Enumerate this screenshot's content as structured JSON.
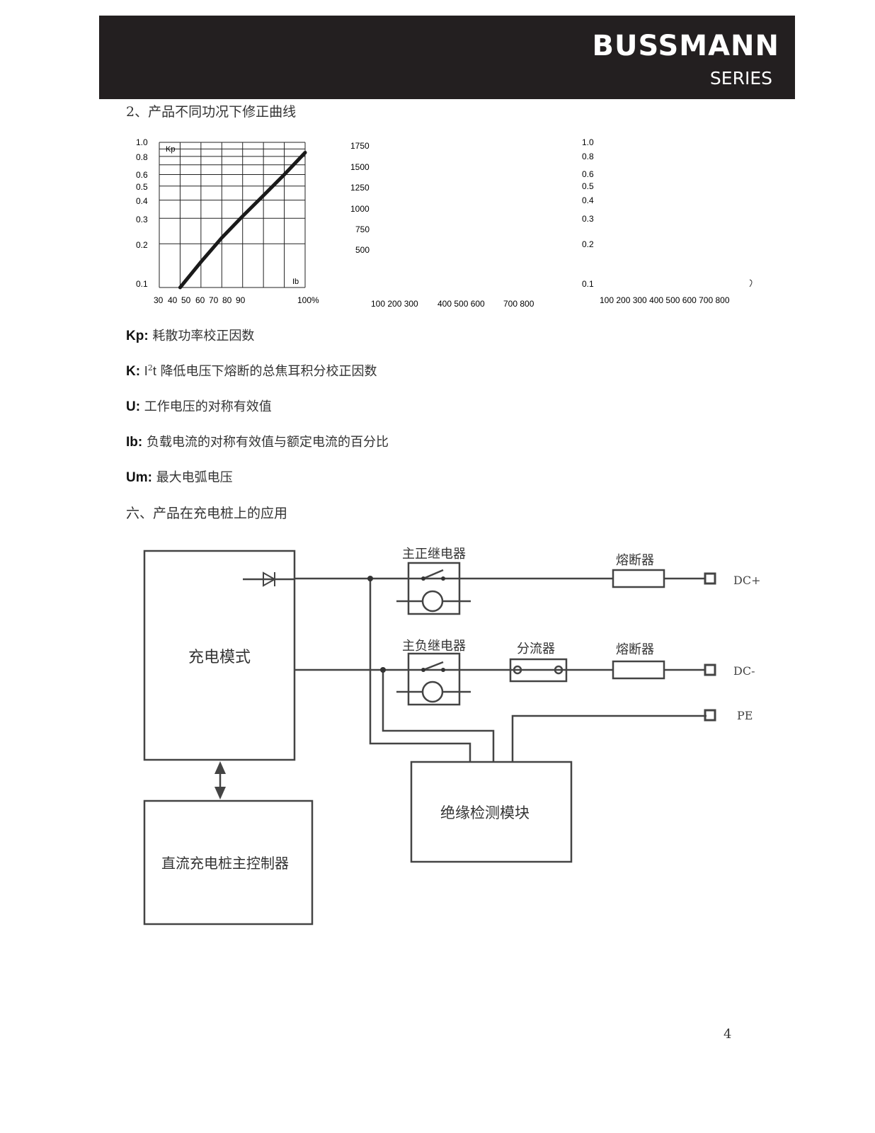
{
  "header": {
    "brand": "BUSSMANN",
    "series": "SERIES"
  },
  "section_curves_title": "2、产品不同功况下修正曲线",
  "chart_data": [
    {
      "type": "line",
      "y_ticks": [
        "1.0",
        "0.8",
        "0.6",
        "0.5",
        "0.4",
        "0.3",
        "0.2",
        "0.1"
      ],
      "x_ticks": [
        "30",
        "40",
        "50",
        "60",
        "70",
        "80",
        "90",
        "100%"
      ],
      "series_label": "Kp",
      "x_axis_label": "Ib",
      "xlim": [
        30,
        100
      ],
      "ylim": [
        0.1,
        1.0
      ],
      "y_scale": "log",
      "grid": true,
      "series": [
        {
          "x": [
            40,
            50,
            60,
            70,
            80,
            90,
            100
          ],
          "y": [
            0.1,
            0.15,
            0.22,
            0.31,
            0.43,
            0.6,
            0.85
          ]
        }
      ]
    },
    {
      "type": "line",
      "y_ticks": [
        "1750",
        "1500",
        "1250",
        "1000",
        "750",
        "500"
      ],
      "x_ticks": [
        "100 200 300",
        "400 500 600",
        "700 800"
      ],
      "series": []
    },
    {
      "type": "line",
      "y_ticks": [
        "1.0",
        "0.8",
        "0.6",
        "0.5",
        "0.4",
        "0.3",
        "0.2",
        "0.1"
      ],
      "x_ticks": [
        "100 200 300 400 500 600 700 800"
      ],
      "series": []
    }
  ],
  "definitions": [
    {
      "term": "Kp:",
      "text": "耗散功率校正因数"
    },
    {
      "term": "K:",
      "term_extra_pre": "I",
      "sup": "2",
      "term_extra_post": "t",
      "text": "降低电压下熔断的总焦耳积分校正因数"
    },
    {
      "term": "U:",
      "text": "工作电压的对称有效值"
    },
    {
      "term": "Ib:",
      "text": "负载电流的对称有效值与额定电流的百分比"
    },
    {
      "term": "Um:",
      "text": "最大电弧电压"
    }
  ],
  "section_app_title": "六、产品在充电桩上的应用",
  "diagram": {
    "charge_module": "充电模式",
    "controller": "直流充电桩主控制器",
    "insulation_module": "绝缘检测模块",
    "main_pos_relay": "主正继电器",
    "main_neg_relay": "主负继电器",
    "shunt": "分流器",
    "fuse_top": "熔断器",
    "fuse_bottom": "熔断器",
    "dc_plus": "DC+",
    "dc_minus": "DC-",
    "pe": "PE"
  },
  "page_number": "4"
}
